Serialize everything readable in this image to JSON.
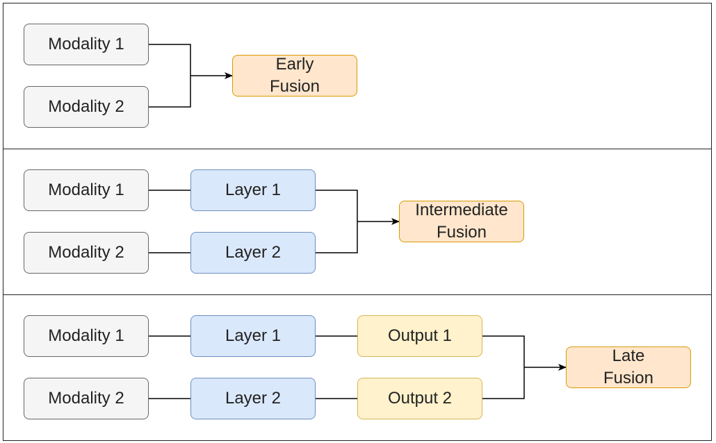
{
  "colors": {
    "modality_fill": "#f5f5f5",
    "modality_stroke": "#666666",
    "layer_fill": "#dae8fc",
    "layer_stroke": "#6c8ebf",
    "output_fill": "#fff2cc",
    "output_stroke": "#d6b656",
    "fusion_fill": "#ffe6cc",
    "fusion_stroke": "#d79b00",
    "line": "#000000"
  },
  "panels": [
    {
      "id": "early",
      "modalities": [
        "Modality 1",
        "Modality 2"
      ],
      "fusion": "Early\nFusion"
    },
    {
      "id": "intermediate",
      "modalities": [
        "Modality 1",
        "Modality 2"
      ],
      "layers": [
        "Layer 1",
        "Layer 2"
      ],
      "fusion": "Intermediate\nFusion"
    },
    {
      "id": "late",
      "modalities": [
        "Modality 1",
        "Modality 2"
      ],
      "layers": [
        "Layer 1",
        "Layer 2"
      ],
      "outputs": [
        "Output 1",
        "Output 2"
      ],
      "fusion": "Late\nFusion"
    }
  ]
}
